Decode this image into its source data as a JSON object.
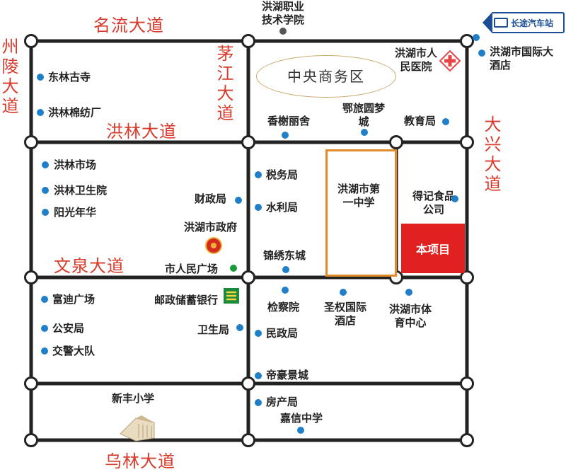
{
  "roads": {
    "mingliu": "名流大道",
    "zhouling": "州陵大道",
    "maojiang": "茅江大道",
    "honglin": "洪林大道",
    "daxing": "大兴大道",
    "wenquan": "文泉大道",
    "wulin": "乌林大道"
  },
  "pois": {
    "tech_college": "洪湖职业技术学院",
    "bus_station": "长途汽车站",
    "hospital": "洪湖市人民医院",
    "intl_hotel": "洪湖市国际大酒店",
    "cbd": "中央商务区",
    "donglin_temple": "东林古寺",
    "cotton_mill": "洪林棉纺厂",
    "xiangxie": "香榭丽舍",
    "elv": "鄂旅圆梦城",
    "education": "教育局",
    "market": "洪林市场",
    "health_center": "洪林卫生院",
    "sunshine": "阳光年华",
    "tax": "税务局",
    "water": "水利局",
    "finance": "财政局",
    "gov": "洪湖市政府",
    "square": "市人民广场",
    "jinxiu": "锦绣东城",
    "school": "洪湖市第一中学",
    "deji": "得记食品公司",
    "project": "本项目",
    "fudi": "富迪广场",
    "police": "公安局",
    "traffic": "交警大队",
    "postal": "邮政储蓄银行",
    "procuratorate": "检察院",
    "shengquan": "圣权国际酒店",
    "sports": "洪湖市体育中心",
    "health_bureau": "卫生局",
    "civil": "民政局",
    "dihao": "帝豪景城",
    "xinfeng": "新丰小学",
    "housing": "房产局",
    "jiaxin": "嘉信中学"
  },
  "colors": {
    "road_line": "#222222",
    "road_name": "#d83a2b",
    "poi_dot": "#1f7fc8",
    "project_fill": "#e12020",
    "school_border": "#e08a2a",
    "bus_sign": "#1d4e95"
  },
  "icons": [
    "hospital-cross-icon",
    "government-emblem-icon",
    "postal-bank-icon",
    "bus-icon",
    "school-building-icon"
  ]
}
